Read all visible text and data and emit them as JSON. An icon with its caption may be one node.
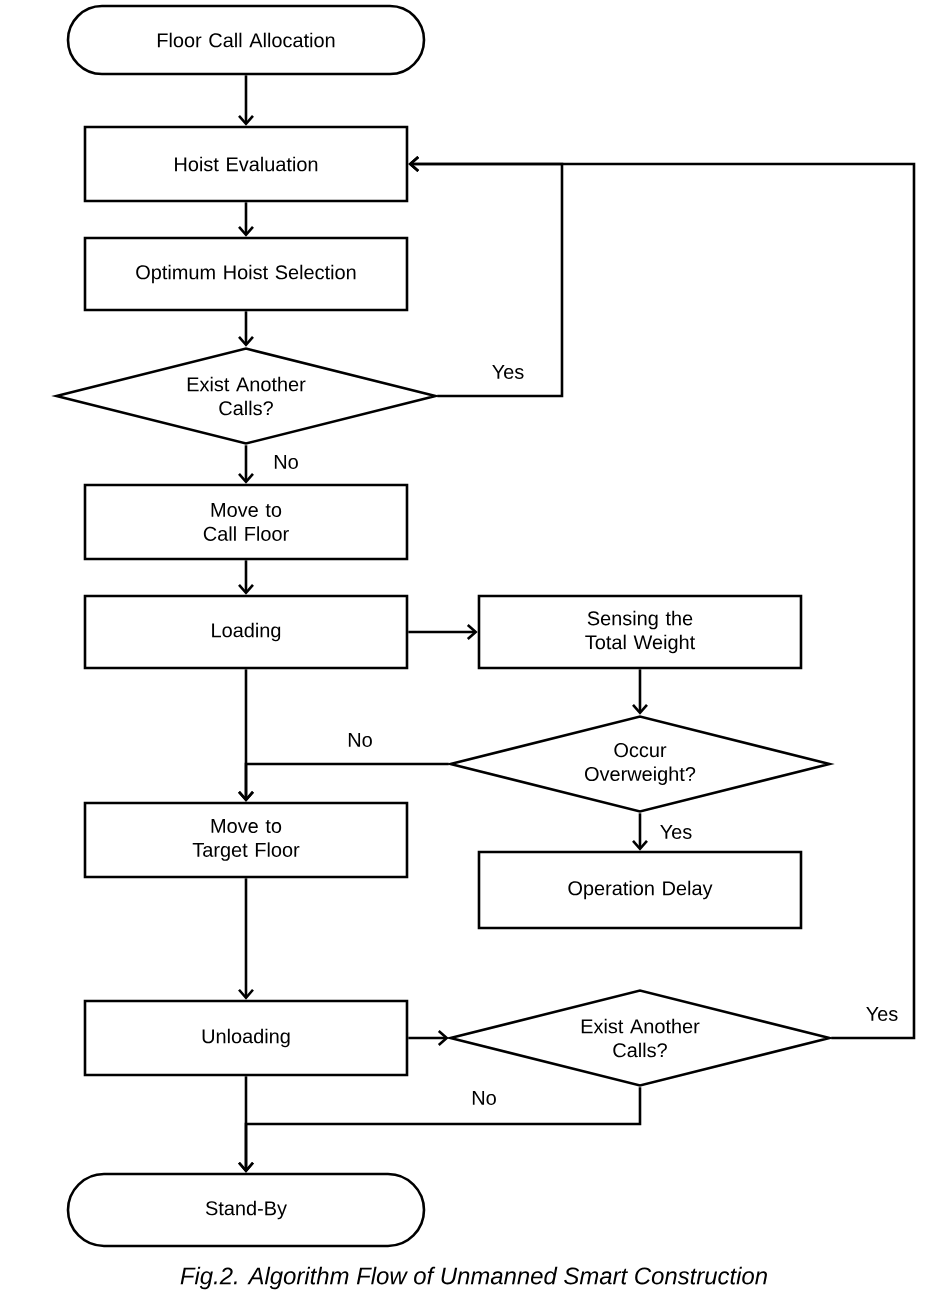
{
  "diagram": {
    "caption": "Fig.2. Algorithm Flow of Unmanned Smart Construction",
    "nodes": [
      {
        "text": [
          "Floor Call Allocation"
        ]
      },
      {
        "text": [
          "Hoist Evaluation"
        ]
      },
      {
        "text": [
          "Optimum Hoist Selection"
        ]
      },
      {
        "text": [
          "Exist Another Calls?"
        ]
      },
      {
        "text": [
          "Move to Call Floor"
        ]
      },
      {
        "text": [
          "Loading"
        ]
      },
      {
        "text": [
          "Sensing the Total Weight"
        ]
      },
      {
        "text": [
          "Occur Overweight?"
        ]
      },
      {
        "text": [
          "Operation Delay"
        ]
      },
      {
        "text": [
          "Move to Target Floor"
        ]
      },
      {
        "text": [
          "Unloading"
        ]
      },
      {
        "text": [
          "Exist Another Calls?"
        ]
      },
      {
        "text": [
          "Stand-By"
        ]
      }
    ],
    "edges": [
      {
        "from": 0,
        "to": 1,
        "arrow": "to"
      },
      {
        "from": 1,
        "to": 2,
        "arrow": "to"
      },
      {
        "from": 2,
        "to": 3,
        "arrow": "to"
      },
      {
        "from": 3,
        "to": 1,
        "arrow": "to",
        "label": "Yes"
      },
      {
        "from": 3,
        "to": 4,
        "arrow": "to",
        "label": "No"
      },
      {
        "from": 4,
        "to": 5,
        "arrow": "to"
      },
      {
        "from": 5,
        "to": 6,
        "arrow": "to"
      },
      {
        "from": 6,
        "to": 7,
        "arrow": "to"
      },
      {
        "from": 7,
        "to": 9,
        "arrow": "to",
        "label": "No"
      },
      {
        "from": 7,
        "to": 8,
        "arrow": "to",
        "label": "Yes"
      },
      {
        "from": 5,
        "to": 9,
        "arrow": "to"
      },
      {
        "from": 9,
        "to": 10,
        "arrow": "to"
      },
      {
        "from": 10,
        "to": 11,
        "arrow": "to"
      },
      {
        "from": 11,
        "to": 1,
        "arrow": "to",
        "label": "Yes"
      },
      {
        "from": 11,
        "to": 12,
        "arrow": "to",
        "label": "No"
      },
      {
        "from": 10,
        "to": 12,
        "arrow": "to"
      }
    ]
  }
}
